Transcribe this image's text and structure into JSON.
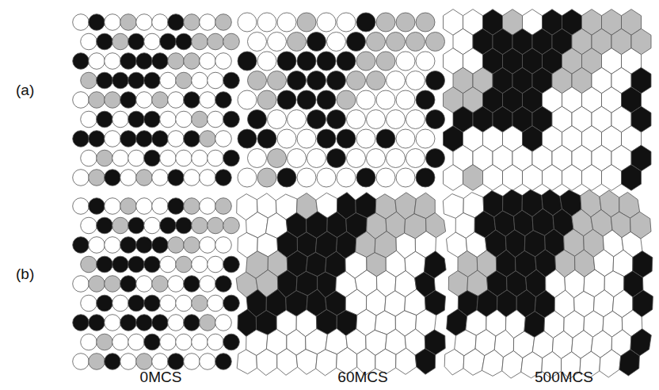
{
  "diagram": {
    "labels": [
      "(a)",
      "(b)",
      "0MCS",
      "60MCS",
      "500MCS"
    ]
  }
}
